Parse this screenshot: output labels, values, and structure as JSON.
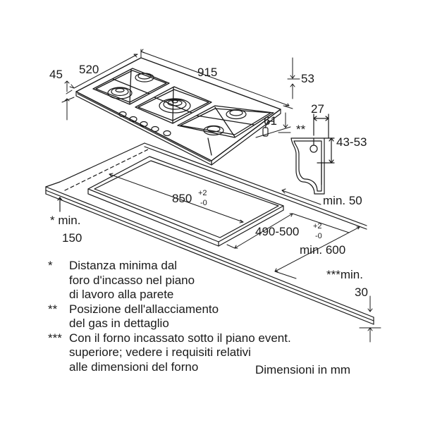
{
  "dimensions": {
    "depth_front": "45",
    "width_side": "520",
    "width_total": "915",
    "height_top": "53",
    "offset_gas": "61",
    "gas_offset_horizontal": "27",
    "gas_mark": "**",
    "gas_height_range": "43-53",
    "cutout_width_main": "850",
    "cutout_width_tol": "+2",
    "cutout_width_tol_low": "-0",
    "cutout_depth_main": "490-500",
    "cutout_depth_tol": "+2",
    "cutout_depth_tol_low": "-0",
    "min_wall": "* min.",
    "min_wall_value": "150",
    "min_rear": "min. 50",
    "min_worktop": "min. 600",
    "min_oven": "***min.",
    "min_oven_value": "30"
  },
  "notes": [
    {
      "mark": "*",
      "text": "Distanza minima dal\nforo d'incasso nel piano\ndi lavoro alla parete"
    },
    {
      "mark": "**",
      "text": "Posizione dell'allacciamento\ndel gas in dettaglio"
    },
    {
      "mark": "***",
      "text": "Con il forno incassato sotto il piano event.\nsuperiore; vedere i requisiti relativi\nalle dimensioni del forno"
    }
  ],
  "unit_label": "Dimensioni in mm"
}
